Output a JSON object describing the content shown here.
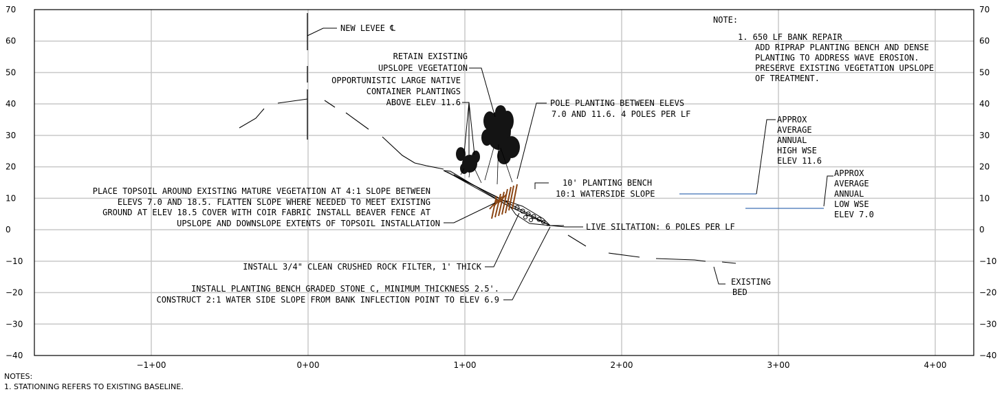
{
  "section": {
    "y_axis": {
      "min": -40,
      "max": 70,
      "step": 10,
      "ticks": [
        "70",
        "60",
        "50",
        "40",
        "30",
        "20",
        "10",
        "0",
        "−10",
        "−20",
        "−30",
        "−40"
      ]
    },
    "x_axis": {
      "ticks": [
        "−1+00",
        "0+00",
        "1+00",
        "2+00",
        "3+00",
        "4+00"
      ]
    },
    "grid": true
  },
  "labels": {
    "new_levee": "NEW LEVEE ℄",
    "retain": [
      "RETAIN EXISTING",
      "UPSLOPE VEGETATION"
    ],
    "opportunistic": [
      "OPPORTUNISTIC LARGE NATIVE",
      "CONTAINER  PLANTINGS",
      "ABOVE ELEV 11.6"
    ],
    "pole": [
      "POLE PLANTING BETWEEN ELEVS",
      "7.0 AND 11.6. 4 POLES PER LF"
    ],
    "bench": [
      "10' PLANTING BENCH",
      "10:1 WATERSIDE SLOPE"
    ],
    "topsoil": [
      "PLACE TOPSOIL AROUND EXISTING MATURE VEGETATION AT 4:1 SLOPE BETWEEN",
      "ELEVS 7.0 AND 18.5.  FLATTEN SLOPE WHERE NEEDED TO MEET EXISTING",
      "GROUND AT ELEV 18.5 COVER WITH COIR FABRIC INSTALL BEAVER FENCE AT",
      "UPSLOPE AND DOWNSLOPE EXTENTS OF TOPSOIL INSTALLATION"
    ],
    "live_siltation": "LIVE SILTATION: 6 POLES PER LF",
    "rock_filter": "INSTALL 3/4\" CLEAN CRUSHED ROCK FILTER, 1' THICK",
    "stone": [
      "INSTALL PLANTING BENCH GRADED STONE C, MINIMUM THICKNESS 2.5'.",
      "CONSTRUCT 2:1 WATER SIDE SLOPE FROM BANK INFLECTION POINT TO ELEV 6.9"
    ],
    "existing_bed": [
      "EXISTING",
      "BED"
    ],
    "high_wse": [
      "APPROX",
      "AVERAGE",
      "ANNUAL",
      "HIGH WSE",
      "ELEV 11.6"
    ],
    "low_wse": [
      "APPROX",
      "AVERAGE",
      "ANNUAL",
      "LOW WSE",
      "ELEV 7.0"
    ]
  },
  "note_block": {
    "title": "NOTE:",
    "lines": [
      "1. 650 LF BANK REPAIR",
      "ADD RIPRAP PLANTING BENCH AND DENSE",
      "PLANTING TO ADDRESS WAVE EROSION.",
      "PRESERVE EXISTING VEGETATION UPSLOPE",
      "OF TREATMENT."
    ]
  },
  "notes_footer": {
    "title": "NOTES:",
    "lines": [
      "1.  STATIONING REFERS TO EXISTING BASELINE."
    ]
  },
  "colors": {
    "water_line": "#3d6fb4",
    "poles": "#8b4513",
    "line": "#000000",
    "grid": "#c8c8c8"
  }
}
